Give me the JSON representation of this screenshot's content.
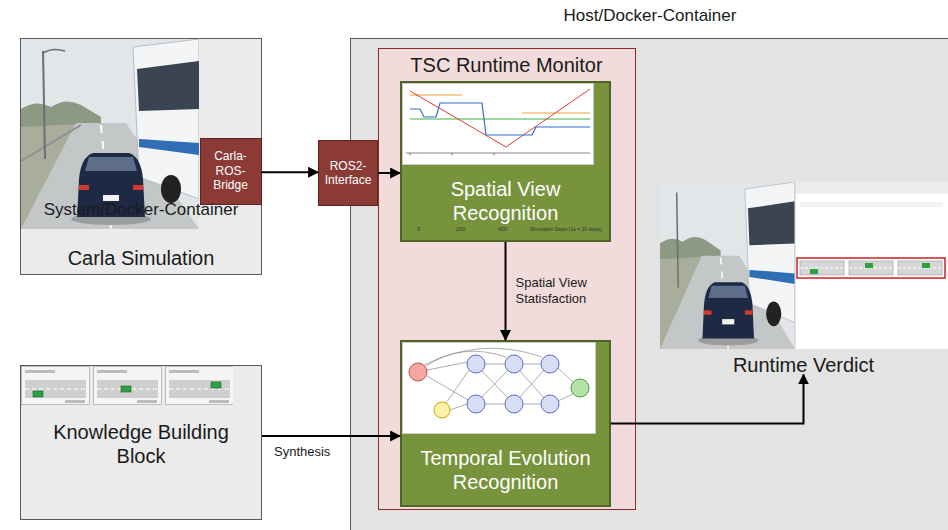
{
  "diagram": {
    "nodes": [
      {
        "text": [
          "System/Docker-Container",
          "Carla Simulation"
        ]
      },
      {
        "text": [
          "Carla-ROS-Bridge"
        ],
        "in": 0
      },
      {
        "text": [
          "Host/Docker-Container"
        ]
      },
      {
        "text": [
          "ROS2-Interface"
        ]
      },
      {
        "text": [
          "TSC Runtime Monitor"
        ],
        "in": 2
      },
      {
        "text": [
          "Spatial View Recognition"
        ],
        "in": 4
      },
      {
        "text": [
          "Temporal Evolution Recognition"
        ],
        "in": 4
      },
      {
        "text": [
          "Knowledge Building Block"
        ]
      },
      {
        "text": [
          "Runtime Verdict"
        ],
        "in": 2
      }
    ],
    "edges": [
      {
        "from": 1,
        "to": 3,
        "arrow": "to"
      },
      {
        "from": 3,
        "to": 5,
        "arrow": "to"
      },
      {
        "from": 5,
        "to": 6,
        "label": "Spatial View Statisfaction",
        "arrow": "to"
      },
      {
        "from": 7,
        "to": 6,
        "label": "Synthesis",
        "arrow": "to"
      },
      {
        "from": 6,
        "to": 8,
        "arrow": "to"
      }
    ],
    "labels": [
      "0",
      "200",
      "400",
      "Simulation Steps (1s = 20 steps)"
    ]
  }
}
